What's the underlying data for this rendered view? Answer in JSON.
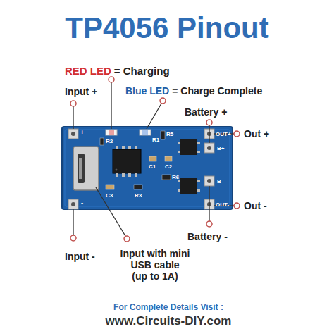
{
  "diagram": {
    "title": "TP4056 Pinout",
    "labels": [
      "RED LED",
      "= Charging",
      "Input +",
      "Blue LED",
      "= Charge Complete",
      "Battery +",
      "Out +",
      "Out -",
      "Battery -",
      "Input -",
      "Input with mini USB cable (up to 1A)",
      "For Complete Details Visit :",
      "www.Circuits-DIY.com",
      "+",
      "-",
      "R2",
      "R1",
      "R5",
      "OUT+",
      "B+",
      "B-",
      "OUT-",
      "C1",
      "C2",
      "R6",
      "C3",
      "R3"
    ]
  }
}
